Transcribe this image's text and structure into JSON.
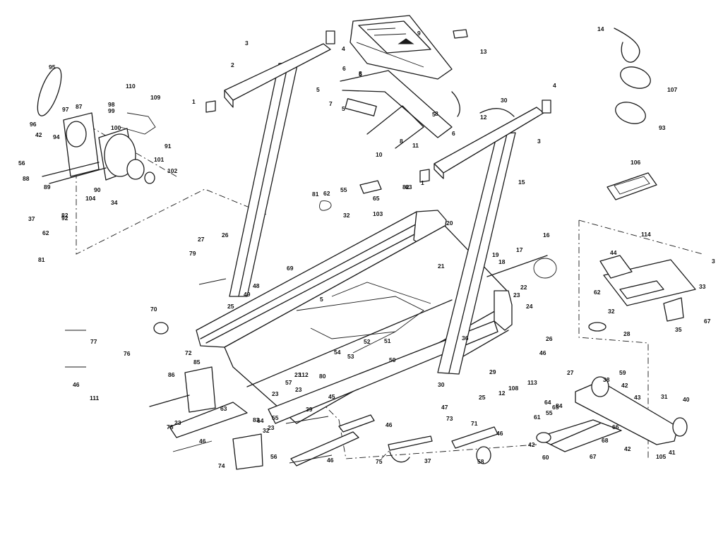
{
  "labels": [
    "1",
    "2",
    "3",
    "4",
    "5",
    "6",
    "7",
    "8",
    "9",
    "10",
    "11",
    "12",
    "13",
    "14",
    "15",
    "16",
    "17",
    "18",
    "19",
    "20",
    "21",
    "22",
    "23",
    "24",
    "25",
    "26",
    "27",
    "28",
    "29",
    "30",
    "31",
    "32",
    "33",
    "34",
    "35",
    "36",
    "37",
    "38",
    "39",
    "40",
    "41",
    "42",
    "43",
    "44",
    "45",
    "46",
    "47",
    "48",
    "49",
    "50",
    "51",
    "52",
    "53",
    "54",
    "55",
    "56",
    "57",
    "58",
    "59",
    "60",
    "61",
    "62",
    "63",
    "64",
    "65",
    "66",
    "67",
    "68",
    "69",
    "70",
    "71",
    "72",
    "73",
    "74",
    "75",
    "76",
    "77",
    "78",
    "79",
    "80",
    "81",
    "82",
    "83",
    "84",
    "85",
    "86",
    "87",
    "88",
    "89",
    "90",
    "91",
    "92",
    "93",
    "94",
    "95",
    "96",
    "97",
    "98",
    "99",
    "100",
    "101",
    "102",
    "103",
    "104",
    "105",
    "106",
    "107",
    "108",
    "109",
    "110",
    "111",
    "112",
    "113",
    "114"
  ]
}
